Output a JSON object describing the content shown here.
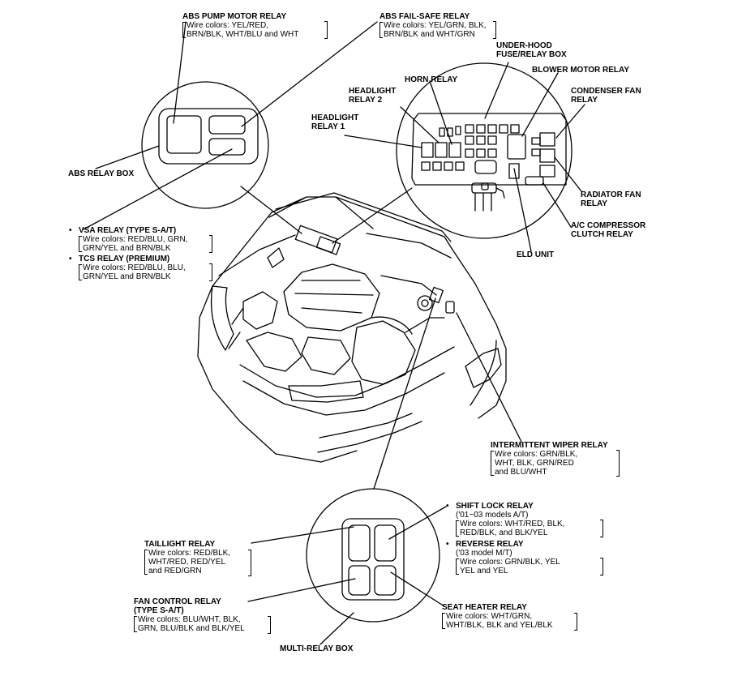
{
  "labels": {
    "abs_pump_motor_relay": {
      "title": "ABS PUMP MOTOR RELAY",
      "wire_colors": [
        "Wire colors: YEL/RED,",
        "BRN/BLK, WHT/BLU and WHT"
      ]
    },
    "abs_fail_safe_relay": {
      "title": "ABS FAIL-SAFE RELAY",
      "wire_colors": [
        "Wire colors: YEL/GRN, BLK,",
        "BRN/BLK and WHT/GRN"
      ]
    },
    "under_hood_box": {
      "title_lines": [
        "UNDER-HOOD",
        "FUSE/RELAY BOX"
      ]
    },
    "blower_motor_relay": {
      "title": "BLOWER MOTOR RELAY"
    },
    "horn_relay": {
      "title": "HORN RELAY"
    },
    "headlight_relay_2": {
      "title_lines": [
        "HEADLIGHT",
        "RELAY 2"
      ]
    },
    "headlight_relay_1": {
      "title_lines": [
        "HEADLIGHT",
        "RELAY 1"
      ]
    },
    "condenser_fan_relay": {
      "title_lines": [
        "CONDENSER FAN",
        "RELAY"
      ]
    },
    "abs_relay_box": {
      "title": "ABS RELAY BOX"
    },
    "radiator_fan_relay": {
      "title_lines": [
        "RADIATOR FAN",
        "RELAY"
      ]
    },
    "ac_compressor_clutch_relay": {
      "title_lines": [
        "A/C COMPRESSOR",
        "CLUTCH RELAY"
      ]
    },
    "eld_unit": {
      "title": "ELD UNIT"
    },
    "vsa_relay": {
      "title": "VSA RELAY (TYPE S-A/T)",
      "wire_colors": [
        "Wire colors: RED/BLU, GRN,",
        "GRN/YEL and BRN/BLK"
      ]
    },
    "tcs_relay": {
      "title": "TCS RELAY (PREMIUM)",
      "wire_colors": [
        "Wire colors: RED/BLU, BLU,",
        "GRN/YEL and BRN/BLK"
      ]
    },
    "intermittent_wiper_relay": {
      "title": "INTERMITTENT WIPER RELAY",
      "wire_colors": [
        "Wire colors: GRN/BLK,",
        "WHT, BLK, GRN/RED",
        "and BLU/WHT"
      ]
    },
    "shift_lock_relay": {
      "title": "SHIFT LOCK RELAY",
      "note": "('01−03 models A/T)",
      "wire_colors": [
        "Wire colors: WHT/RED, BLK,",
        "RED/BLK,  and BLK/YEL"
      ]
    },
    "reverse_relay": {
      "title": "REVERSE RELAY",
      "note": "('03 model M/T)",
      "wire_colors": [
        "Wire colors: GRN/BLK, YEL",
        "YEL and YEL"
      ]
    },
    "taillight_relay": {
      "title": "TAILLIGHT RELAY",
      "wire_colors": [
        "Wire colors: RED/BLK,",
        "WHT/RED, RED/YEL",
        "and RED/GRN"
      ]
    },
    "fan_control_relay": {
      "title_lines": [
        "FAN CONTROL RELAY",
        "(TYPE S-A/T)"
      ],
      "wire_colors": [
        "Wire colors: BLU/WHT, BLK,",
        "GRN, BLU/BLK and BLK/YEL"
      ]
    },
    "seat_heater_relay": {
      "title": "SEAT HEATER RELAY",
      "wire_colors": [
        "Wire colors: WHT/GRN,",
        "WHT/BLK, BLK and YEL/BLK"
      ]
    },
    "multi_relay_box": {
      "title": "MULTI-RELAY BOX"
    }
  },
  "bullet": "•"
}
